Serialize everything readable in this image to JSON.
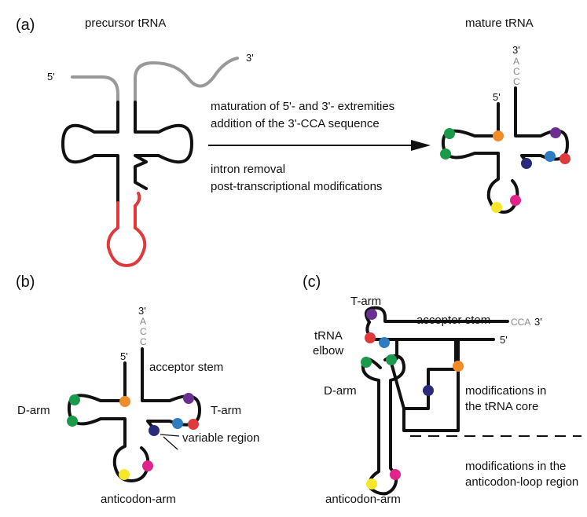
{
  "panels": {
    "a": "(a)",
    "b": "(b)",
    "c": "(c)"
  },
  "labels": {
    "precursor": "precursor tRNA",
    "mature": "mature tRNA",
    "five_prime": "5'",
    "three_prime": "3'",
    "acc": [
      "A",
      "C",
      "C"
    ],
    "cca": "CCA",
    "step1": "maturation of 5'- and 3'- extremities",
    "step2": "addition of the 3'-CCA sequence",
    "step3": "intron removal",
    "step4": "post-transcriptional modifications",
    "d_arm": "D-arm",
    "t_arm": "T-arm",
    "acceptor_stem": "acceptor stem",
    "variable_region": "variable region",
    "anticodon_arm": "anticodon-arm",
    "trna": "tRNA",
    "elbow": "elbow",
    "core1": "modifications in",
    "core2": "the tRNA core",
    "loop1": "modifications in the",
    "loop2": "anticodon-loop region"
  },
  "colors": {
    "green": "#1a9a4a",
    "orange": "#f08c2a",
    "purple": "#6a2f8f",
    "blue": "#2e7cc0",
    "red": "#e0393b",
    "navy": "#2a2a7a",
    "magenta": "#e0248c",
    "yellow": "#f5e82a",
    "intron": "#e0393b",
    "grey_tail": "#999999"
  }
}
